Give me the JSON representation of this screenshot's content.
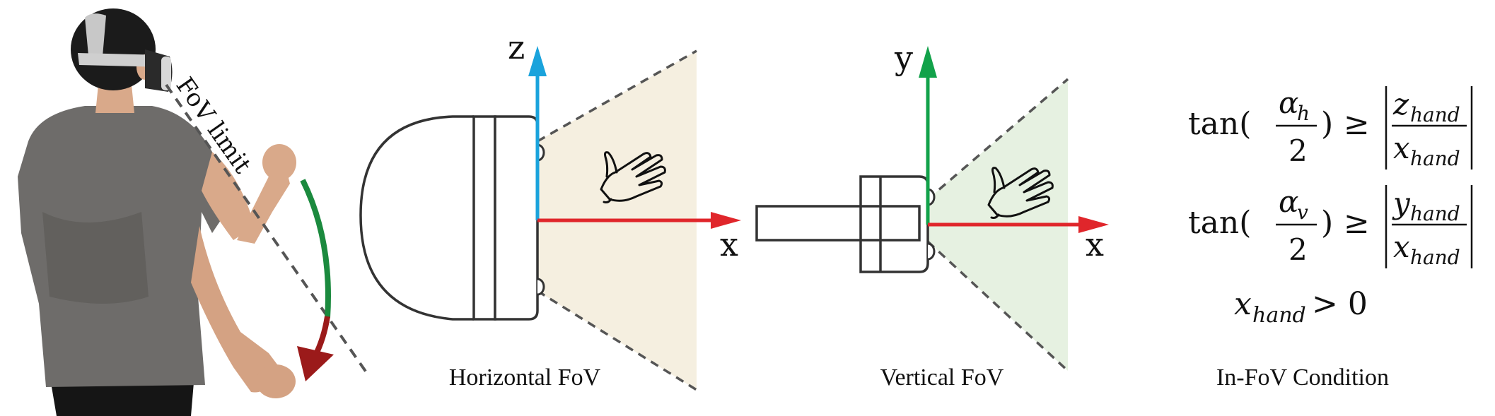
{
  "person_panel": {
    "fov_limit_label": "FoV limit"
  },
  "horizontal_panel": {
    "caption": "Horizontal FoV",
    "vertical_axis_label": "z",
    "horizontal_axis_label": "x",
    "fov_fill_color": "#f5efe0"
  },
  "vertical_panel": {
    "caption": "Vertical FoV",
    "vertical_axis_label": "y",
    "horizontal_axis_label": "x",
    "fov_fill_color": "#e6f1e1"
  },
  "condition_panel": {
    "caption": "In-FoV Condition",
    "eq1": {
      "func": "tan(",
      "alpha": "α",
      "alpha_sub": "h",
      "den": "2",
      "close": ")",
      "rel": "≥",
      "num_var": "z",
      "num_sub": "hand",
      "den_var": "x",
      "den_sub": "hand"
    },
    "eq2": {
      "func": "tan(",
      "alpha": "α",
      "alpha_sub": "v",
      "den": "2",
      "close": ")",
      "rel": "≥",
      "num_var": "y",
      "num_sub": "hand",
      "den_var": "x",
      "den_sub": "hand"
    },
    "eq3": {
      "var": "x",
      "sub": "hand",
      "rel": "> 0"
    }
  },
  "colors": {
    "z_axis": "#1aa3dc",
    "y_axis": "#12a24a",
    "x_axis": "#e0262b",
    "arc_green": "#1b8a3e",
    "arc_red": "#9b1a1a"
  }
}
